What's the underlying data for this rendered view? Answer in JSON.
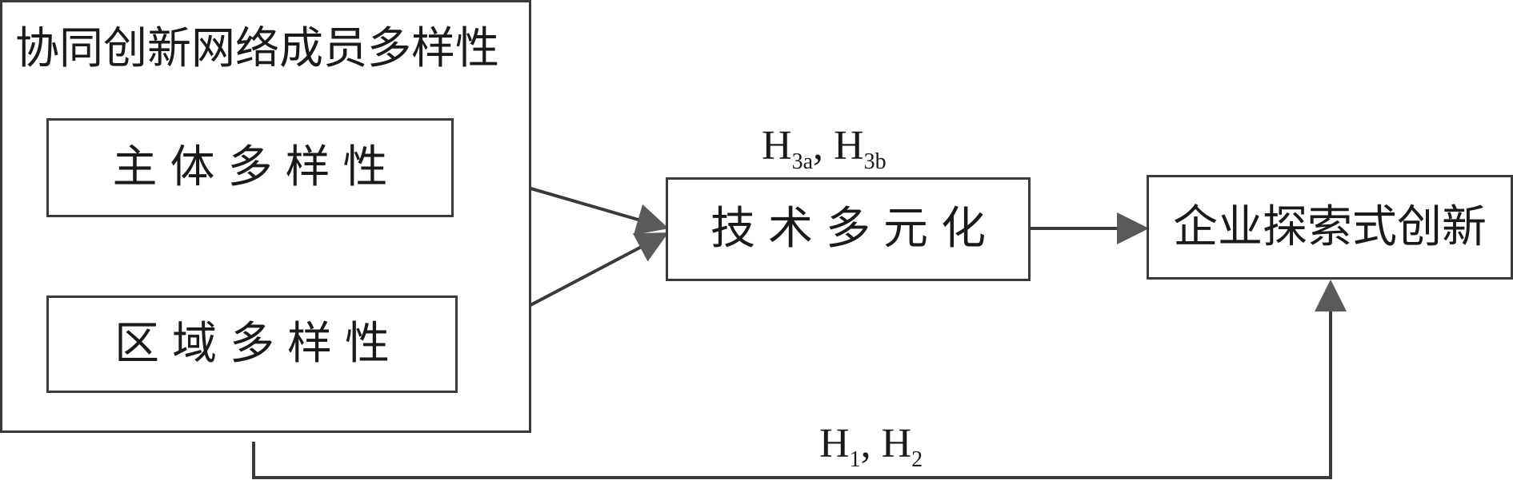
{
  "group": {
    "title": "协同创新网络成员多样性"
  },
  "nodes": {
    "subject_diversity": "主体多样性",
    "regional_diversity": "区域多样性",
    "tech_diversification": "技术多元化",
    "exploratory_innovation": "企业探索式创新"
  },
  "hypotheses": {
    "mediation": {
      "a": {
        "base": "H",
        "sub": "3a"
      },
      "sep": ", ",
      "b": {
        "base": "H",
        "sub": "3b"
      }
    },
    "direct": {
      "a": {
        "base": "H",
        "sub": "1"
      },
      "sep": ", ",
      "b": {
        "base": "H",
        "sub": "2"
      }
    }
  },
  "colors": {
    "stroke": "#3a3a3a",
    "arrow": "#5a5a5a",
    "text": "#1a1a1a"
  }
}
